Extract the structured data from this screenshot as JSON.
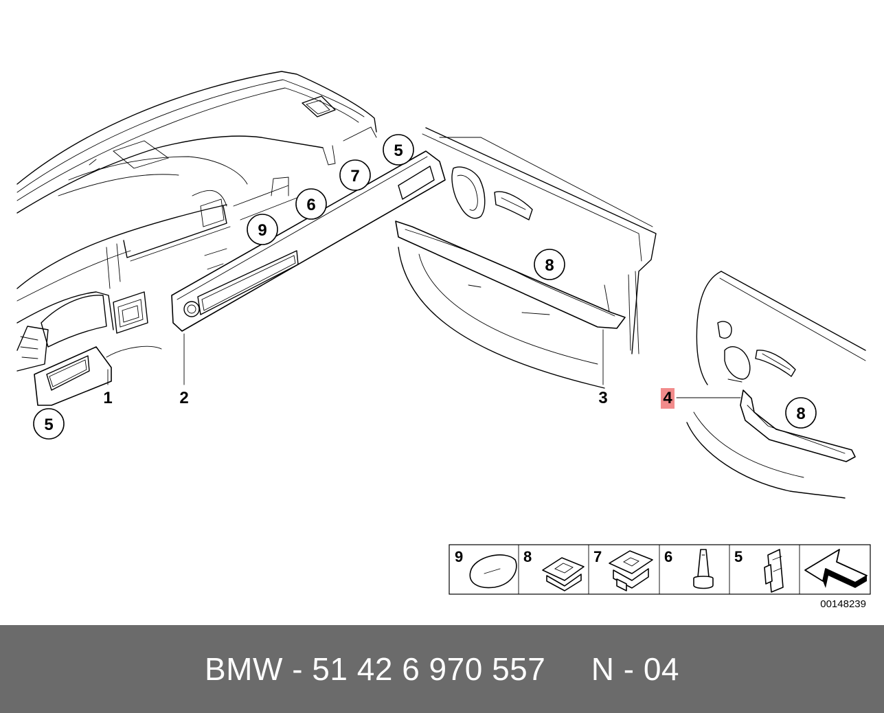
{
  "callouts": [
    {
      "number": "5",
      "id": "c5-top"
    },
    {
      "number": "7",
      "id": "c7"
    },
    {
      "number": "6",
      "id": "c6"
    },
    {
      "number": "9",
      "id": "c9"
    },
    {
      "number": "8",
      "id": "c8-mid"
    },
    {
      "number": "8",
      "id": "c8-right"
    },
    {
      "number": "5",
      "id": "c5-left"
    }
  ],
  "part_labels": [
    "1",
    "2",
    "3",
    "4"
  ],
  "highlighted_part": "4",
  "legend": [
    "9",
    "8",
    "7",
    "6",
    "5"
  ],
  "reference_code": "00148239",
  "footer": {
    "text": "BMW - 51 42 6 970 557     N - 04"
  },
  "colors": {
    "footer_bg": "#6b6b6b",
    "highlight": "#f28b8b"
  }
}
